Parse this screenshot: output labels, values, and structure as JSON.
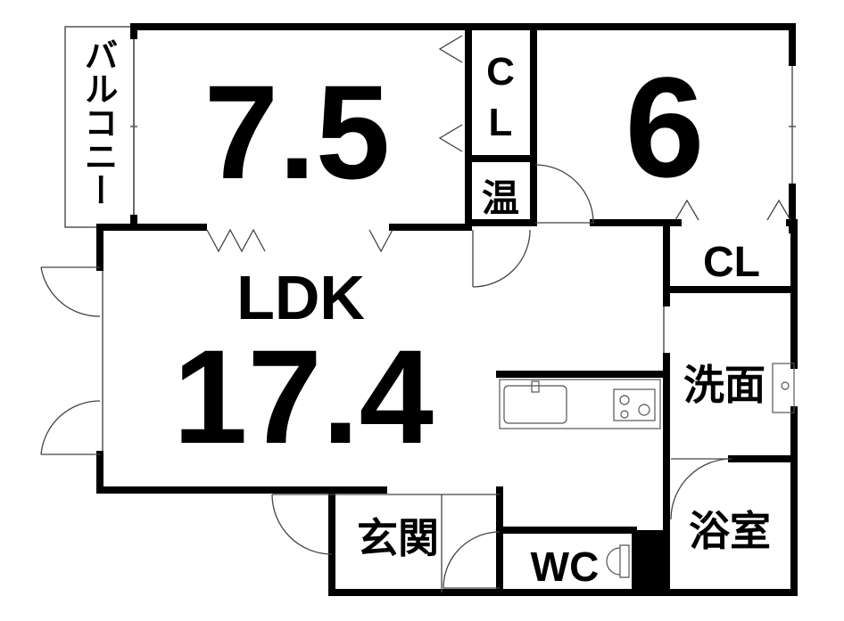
{
  "floorplan": {
    "rooms": {
      "balcony": "バルコニー",
      "bedroom_a": "7.5",
      "closet_a": [
        "C",
        "L"
      ],
      "water_heater": "温",
      "bedroom_b": "6",
      "ldk_name": "LDK",
      "ldk_size": "17.4",
      "closet_b": "CL",
      "washroom": "洗面",
      "bathroom": "浴室",
      "entrance": "玄関",
      "toilet": "WC"
    }
  },
  "colors": {
    "wall": "#000000",
    "background": "#ffffff",
    "fixture_stroke": "#555555"
  }
}
